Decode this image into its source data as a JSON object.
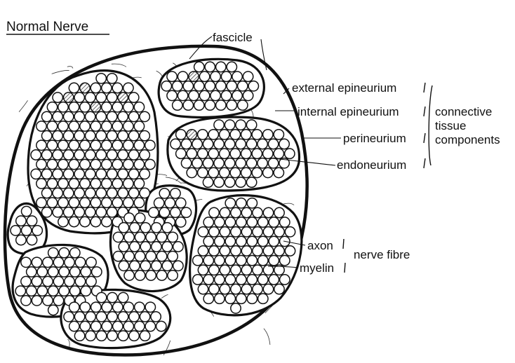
{
  "title": "Normal Nerve",
  "labels": {
    "fascicle": "fascicle",
    "external_epineurium": "external epineurium",
    "internal_epineurium": "internal epineurium",
    "perineurium": "perineurium",
    "endoneurium": "endoneurium",
    "axon": "axon",
    "myelin": "myelin",
    "connective": "connective",
    "tissue": "tissue",
    "components": "components",
    "nerve_fibre": "nerve fibre"
  },
  "colors": {
    "ink": "#111111",
    "paper": "#ffffff",
    "hatch": "#555555"
  }
}
